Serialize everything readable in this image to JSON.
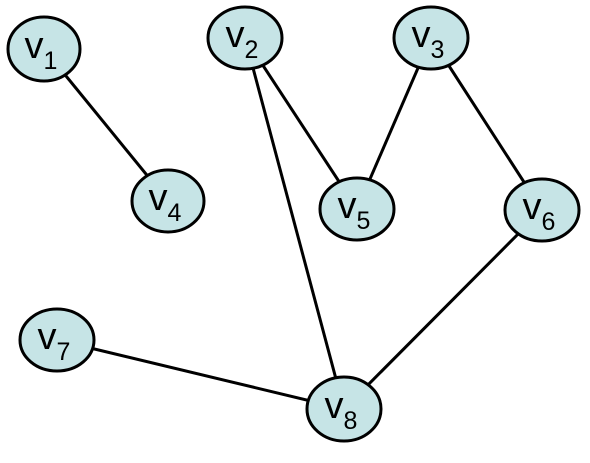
{
  "diagram": {
    "type": "undirected-graph",
    "colors": {
      "node_fill": "#c6e4e6",
      "node_stroke": "#000000",
      "edge": "#000000",
      "background": "#ffffff"
    },
    "nodes": [
      {
        "id": "v1",
        "base": "v",
        "sub": "1"
      },
      {
        "id": "v2",
        "base": "v",
        "sub": "2"
      },
      {
        "id": "v3",
        "base": "v",
        "sub": "3"
      },
      {
        "id": "v4",
        "base": "v",
        "sub": "4"
      },
      {
        "id": "v5",
        "base": "v",
        "sub": "5"
      },
      {
        "id": "v6",
        "base": "v",
        "sub": "6"
      },
      {
        "id": "v7",
        "base": "v",
        "sub": "7"
      },
      {
        "id": "v8",
        "base": "v",
        "sub": "8"
      }
    ],
    "edges": [
      {
        "from": "v1",
        "to": "v4"
      },
      {
        "from": "v2",
        "to": "v5"
      },
      {
        "from": "v2",
        "to": "v8"
      },
      {
        "from": "v3",
        "to": "v5"
      },
      {
        "from": "v3",
        "to": "v6"
      },
      {
        "from": "v6",
        "to": "v8"
      },
      {
        "from": "v7",
        "to": "v8"
      }
    ]
  }
}
